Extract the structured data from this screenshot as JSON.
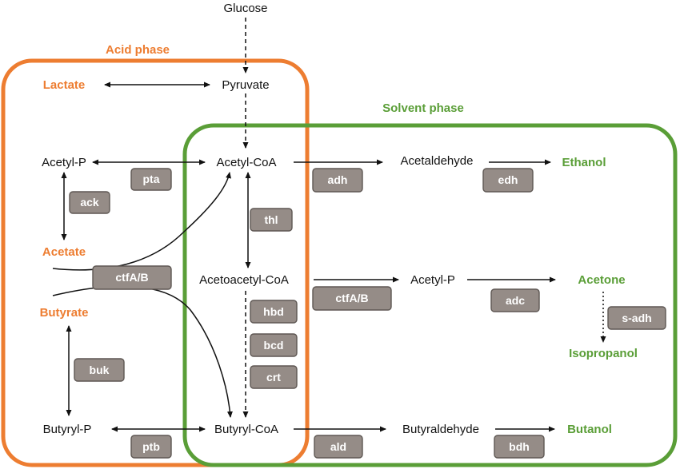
{
  "phases": {
    "acid": {
      "label": "Acid phase",
      "color": "#ed7d31"
    },
    "solvent": {
      "label": "Solvent phase",
      "color": "#5a9e37"
    }
  },
  "metabolites": {
    "glucose": "Glucose",
    "pyruvate": "Pyruvate",
    "lactate": "Lactate",
    "acetyl_p": "Acetyl-P",
    "acetyl_coa": "Acetyl-CoA",
    "acetate": "Acetate",
    "butyrate": "Butyrate",
    "acetoacetyl_coa": "Acetoacetyl-CoA",
    "acetyl_p_2": "Acetyl-P",
    "butyryl_p": "Butyryl-P",
    "butyryl_coa": "Butyryl-CoA",
    "acetaldehyde": "Acetaldehyde",
    "butyraldehyde": "Butyraldehyde"
  },
  "products": {
    "ethanol": "Ethanol",
    "acetone": "Acetone",
    "isopropanol": "Isopropanol",
    "butanol": "Butanol"
  },
  "enzymes": {
    "pta": "pta",
    "ack": "ack",
    "ctfAB_1": "ctfA/B",
    "buk": "buk",
    "ptb": "ptb",
    "thl": "thl",
    "hbd": "hbd",
    "bcd": "bcd",
    "crt": "crt",
    "adh": "adh",
    "edh": "edh",
    "ctfAB_2": "ctfA/B",
    "adc": "adc",
    "s_adh": "s-adh",
    "ald": "ald",
    "bdh": "bdh"
  }
}
